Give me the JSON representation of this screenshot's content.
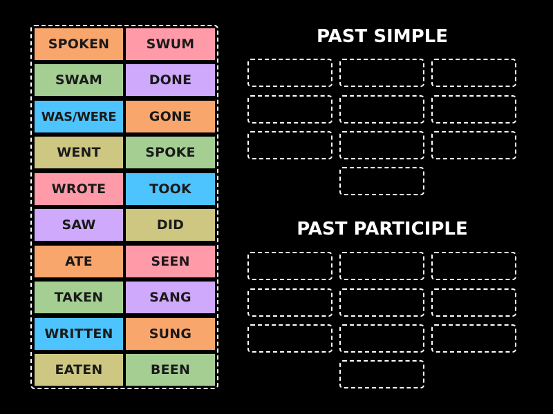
{
  "colors": {
    "background": "#000000",
    "orange": "#F9A66C",
    "pink": "#FF9AA8",
    "green": "#A5CE93",
    "purple": "#CFA9FB",
    "blue": "#4DC4FE",
    "olive": "#CDC781",
    "dashed_border": "#FFFFFF",
    "tile_text": "#1A1A1A",
    "title_text": "#FFFFFF"
  },
  "word_bank": {
    "tiles": [
      {
        "label": "SPOKEN",
        "color": "orange"
      },
      {
        "label": "SWUM",
        "color": "pink"
      },
      {
        "label": "SWAM",
        "color": "green"
      },
      {
        "label": "DONE",
        "color": "purple"
      },
      {
        "label": "WAS/WERE",
        "color": "blue"
      },
      {
        "label": "GONE",
        "color": "orange"
      },
      {
        "label": "WENT",
        "color": "olive"
      },
      {
        "label": "SPOKE",
        "color": "green"
      },
      {
        "label": "WROTE",
        "color": "pink"
      },
      {
        "label": "TOOK",
        "color": "blue"
      },
      {
        "label": "SAW",
        "color": "purple"
      },
      {
        "label": "DID",
        "color": "olive"
      },
      {
        "label": "ATE",
        "color": "orange"
      },
      {
        "label": "SEEN",
        "color": "pink"
      },
      {
        "label": "TAKEN",
        "color": "green"
      },
      {
        "label": "SANG",
        "color": "purple"
      },
      {
        "label": "WRITTEN",
        "color": "blue"
      },
      {
        "label": "SUNG",
        "color": "orange"
      },
      {
        "label": "EATEN",
        "color": "olive"
      },
      {
        "label": "BEEN",
        "color": "green"
      }
    ]
  },
  "groups": [
    {
      "title": "PAST SIMPLE",
      "slot_count": 10
    },
    {
      "title": "PAST PARTICIPLE",
      "slot_count": 10
    }
  ]
}
